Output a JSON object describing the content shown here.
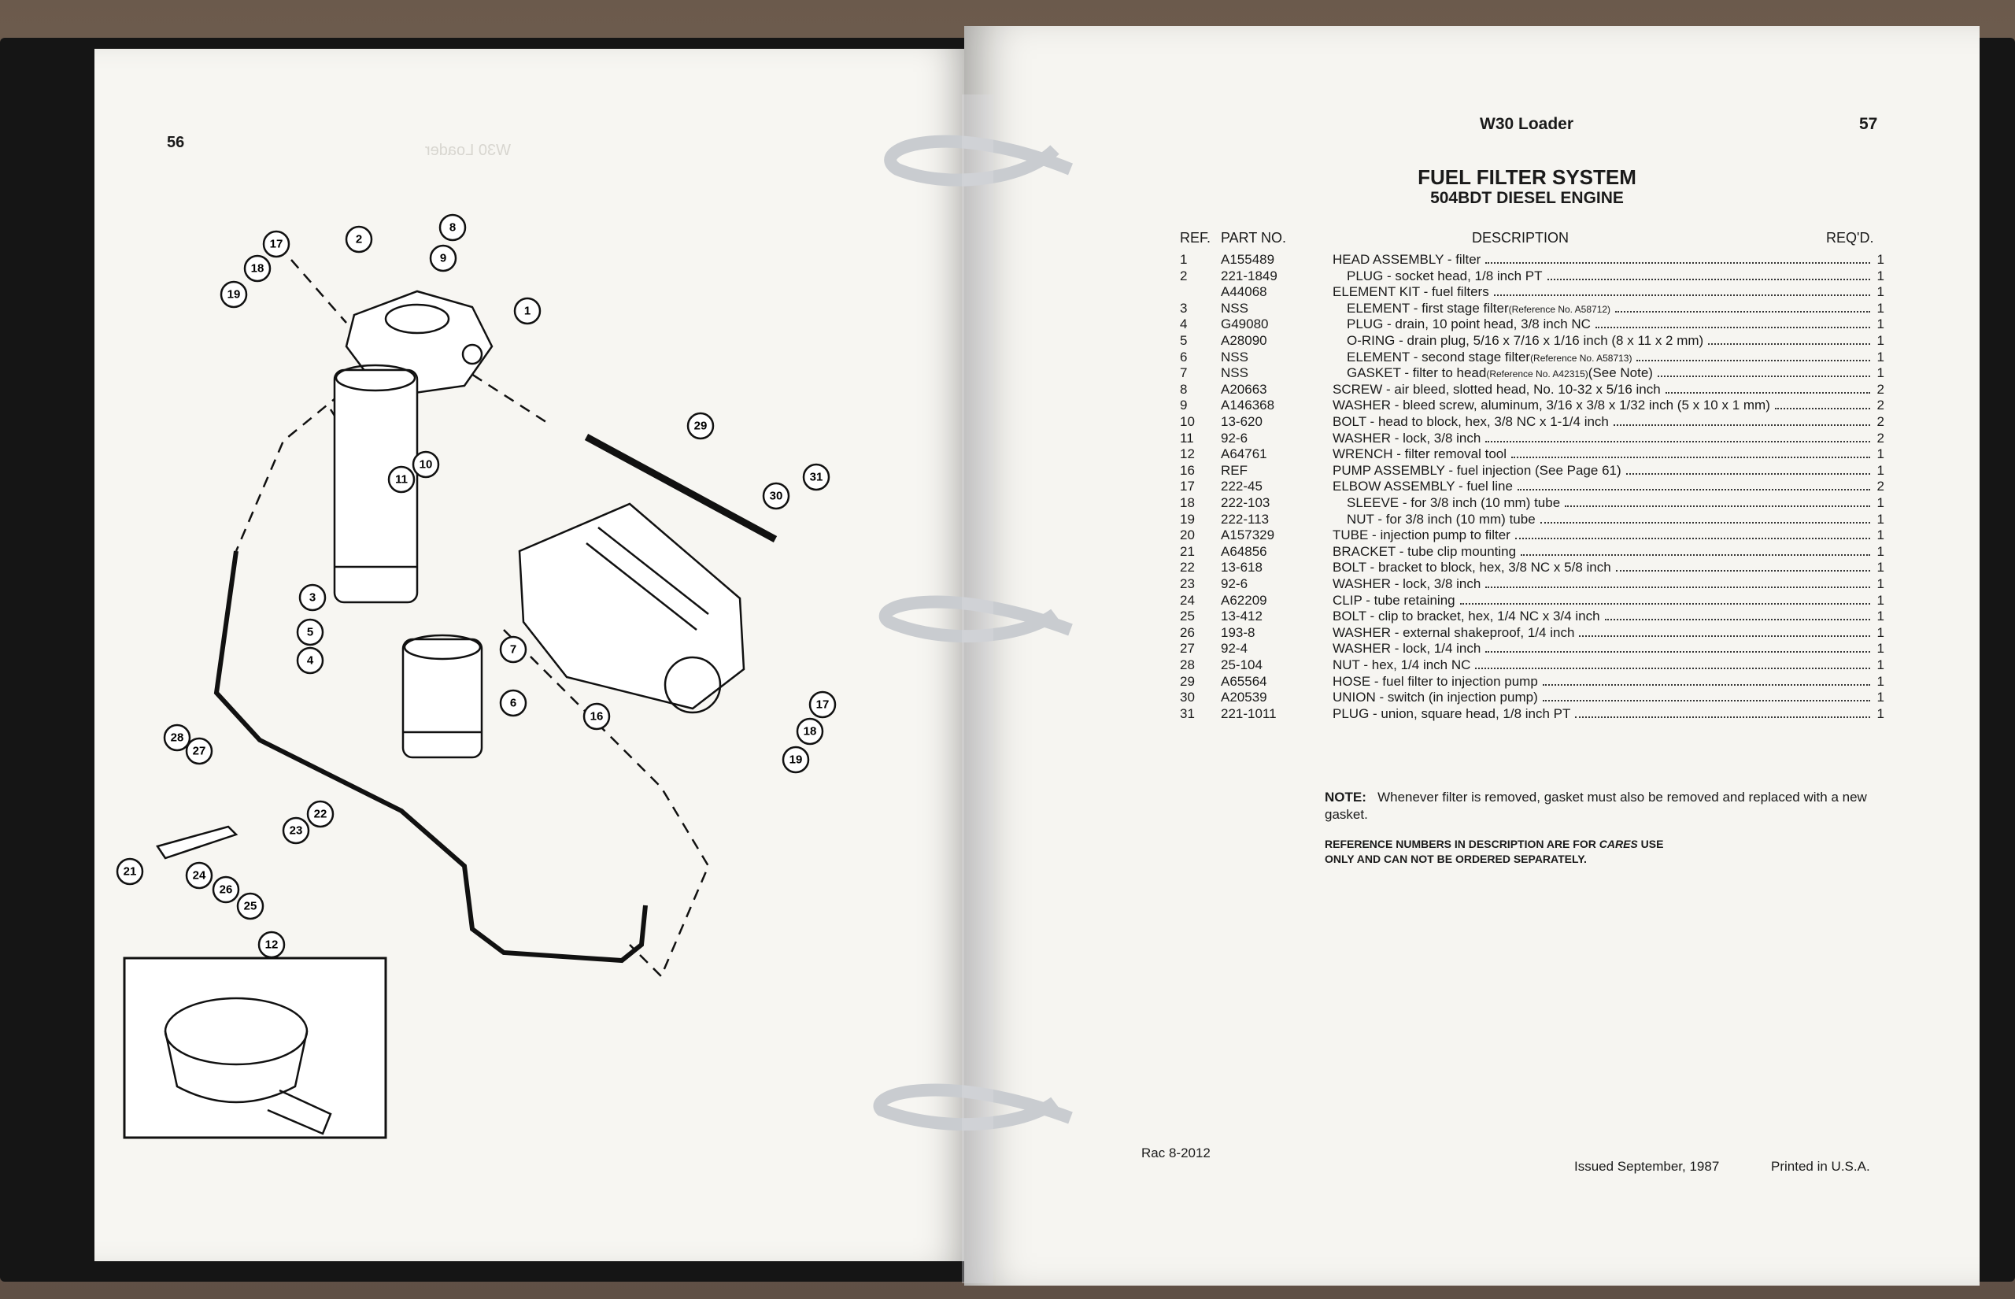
{
  "left_page": {
    "page_number": "56",
    "bleed_through_header": "W30 Loader",
    "callouts": [
      "17",
      "2",
      "8",
      "18",
      "9",
      "19",
      "1",
      "29",
      "10",
      "11",
      "31",
      "30",
      "3",
      "5",
      "7",
      "4",
      "6",
      "16",
      "17",
      "18",
      "19",
      "28",
      "27",
      "22",
      "23",
      "21",
      "24",
      "26",
      "25",
      "12"
    ]
  },
  "right_page": {
    "header": "W30 Loader",
    "page_number": "57",
    "title": "FUEL FILTER SYSTEM",
    "subtitle": "504BDT DIESEL ENGINE",
    "columns": {
      "ref": "REF.",
      "part": "PART NO.",
      "desc": "DESCRIPTION",
      "qty": "REQ'D."
    },
    "rows": [
      {
        "ref": "1",
        "part": "A155489",
        "desc": "HEAD ASSEMBLY - filter",
        "small": "",
        "qty": "1",
        "indent": false
      },
      {
        "ref": "2",
        "part": "221-1849",
        "desc": "PLUG - socket head, 1/8 inch PT",
        "small": "",
        "qty": "1",
        "indent": true
      },
      {
        "ref": "",
        "part": "A44068",
        "desc": "ELEMENT KIT - fuel filters",
        "small": "",
        "qty": "1",
        "indent": false
      },
      {
        "ref": "3",
        "part": "NSS",
        "desc": "ELEMENT - first stage filter",
        "small": "(Reference No. A58712)",
        "qty": "1",
        "indent": true
      },
      {
        "ref": "4",
        "part": "G49080",
        "desc": "PLUG - drain, 10 point head, 3/8 inch NC",
        "small": "",
        "qty": "1",
        "indent": true
      },
      {
        "ref": "5",
        "part": "A28090",
        "desc": "O-RING - drain plug, 5/16 x 7/16 x 1/16 inch (8 x 11 x 2 mm)",
        "small": "",
        "qty": "1",
        "indent": true
      },
      {
        "ref": "6",
        "part": "NSS",
        "desc": "ELEMENT - second stage filter",
        "small": "(Reference No. A58713)",
        "qty": "1",
        "indent": true
      },
      {
        "ref": "7",
        "part": "NSS",
        "desc": "GASKET - filter to head",
        "small": "(Reference No. A42315)",
        "desc_tail": "(See Note)",
        "qty": "1",
        "indent": true
      },
      {
        "ref": "8",
        "part": "A20663",
        "desc": "SCREW - air bleed, slotted head, No. 10-32 x 5/16 inch",
        "small": "",
        "qty": "2",
        "indent": false
      },
      {
        "ref": "9",
        "part": "A146368",
        "desc": "WASHER - bleed screw, aluminum, 3/16 x 3/8 x 1/32 inch (5 x 10 x 1 mm)",
        "small": "",
        "qty": "2",
        "indent": false
      },
      {
        "ref": "10",
        "part": "13-620",
        "desc": "BOLT - head to block, hex, 3/8 NC x 1-1/4 inch",
        "small": "",
        "qty": "2",
        "indent": false
      },
      {
        "ref": "11",
        "part": "92-6",
        "desc": "WASHER - lock, 3/8 inch",
        "small": "",
        "qty": "2",
        "indent": false
      },
      {
        "ref": "12",
        "part": "A64761",
        "desc": "WRENCH - filter removal tool",
        "small": "",
        "qty": "1",
        "indent": false
      },
      {
        "ref": "16",
        "part": "REF",
        "desc": "PUMP ASSEMBLY - fuel injection (See Page 61)",
        "small": "",
        "qty": "1",
        "indent": false
      },
      {
        "ref": "17",
        "part": "222-45",
        "desc": "ELBOW ASSEMBLY - fuel line",
        "small": "",
        "qty": "2",
        "indent": false
      },
      {
        "ref": "18",
        "part": "222-103",
        "desc": "SLEEVE - for 3/8 inch (10 mm) tube",
        "small": "",
        "qty": "1",
        "indent": true
      },
      {
        "ref": "19",
        "part": "222-113",
        "desc": "NUT - for 3/8 inch (10 mm) tube",
        "small": "",
        "qty": "1",
        "indent": true
      },
      {
        "ref": "20",
        "part": "A157329",
        "desc": "TUBE - injection pump to filter",
        "small": "",
        "qty": "1",
        "indent": false
      },
      {
        "ref": "21",
        "part": "A64856",
        "desc": "BRACKET - tube clip mounting",
        "small": "",
        "qty": "1",
        "indent": false
      },
      {
        "ref": "22",
        "part": "13-618",
        "desc": "BOLT - bracket to block, hex, 3/8 NC x 5/8 inch",
        "small": "",
        "qty": "1",
        "indent": false
      },
      {
        "ref": "23",
        "part": "92-6",
        "desc": "WASHER - lock, 3/8 inch",
        "small": "",
        "qty": "1",
        "indent": false
      },
      {
        "ref": "24",
        "part": "A62209",
        "desc": "CLIP - tube retaining",
        "small": "",
        "qty": "1",
        "indent": false
      },
      {
        "ref": "25",
        "part": "13-412",
        "desc": "BOLT - clip to bracket, hex, 1/4 NC x 3/4 inch",
        "small": "",
        "qty": "1",
        "indent": false
      },
      {
        "ref": "26",
        "part": "193-8",
        "desc": "WASHER - external shakeproof, 1/4 inch",
        "small": "",
        "qty": "1",
        "indent": false
      },
      {
        "ref": "27",
        "part": "92-4",
        "desc": "WASHER - lock, 1/4 inch",
        "small": "",
        "qty": "1",
        "indent": false
      },
      {
        "ref": "28",
        "part": "25-104",
        "desc": "NUT - hex, 1/4 inch NC",
        "small": "",
        "qty": "1",
        "indent": false
      },
      {
        "ref": "29",
        "part": "A65564",
        "desc": "HOSE - fuel filter to injection pump",
        "small": "",
        "qty": "1",
        "indent": false
      },
      {
        "ref": "30",
        "part": "A20539",
        "desc": "UNION - switch (in injection pump)",
        "small": "",
        "qty": "1",
        "indent": false
      },
      {
        "ref": "31",
        "part": "221-1011",
        "desc": "PLUG - union, square head, 1/8 inch PT",
        "small": "",
        "qty": "1",
        "indent": false
      }
    ],
    "note_label": "NOTE:",
    "note_text": "Whenever filter is removed, gasket must also be removed and replaced with a new gasket.",
    "ref_note_1": "REFERENCE NUMBERS IN DESCRIPTION ARE FOR",
    "ref_note_cares": "CARES",
    "ref_note_2": "USE",
    "ref_note_3": "ONLY AND CAN NOT BE ORDERED SEPARATELY.",
    "footer_code": "Rac 8-2012",
    "footer_issued": "Issued September, 1987",
    "footer_printed": "Printed in U.S.A."
  }
}
